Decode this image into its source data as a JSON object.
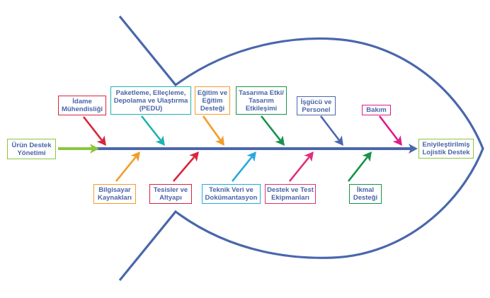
{
  "diagram": {
    "type": "fishbone",
    "outline_color": "#4a67ad",
    "spine_color": "#4a67ad",
    "input": {
      "lines": [
        "Ürün Destek",
        "Yönetimi"
      ],
      "color": "#8cc63f"
    },
    "output": {
      "lines": [
        "Eniyileştirilmiş",
        "Lojistik Destek"
      ],
      "color": "#8cc63f"
    },
    "top_causes": [
      {
        "id": "idame",
        "lines": [
          "İdame",
          "Mühendisliği"
        ],
        "color": "#d7263d"
      },
      {
        "id": "pedu",
        "lines": [
          "Paketleme, Elleçleme,",
          "Depolama ve Ulaştırma",
          "(PEDU)"
        ],
        "color": "#1fb3b3"
      },
      {
        "id": "egitim",
        "lines": [
          "Eğitim ve",
          "Eğitim",
          "Desteği"
        ],
        "color": "#f39c2b"
      },
      {
        "id": "tasarim",
        "lines": [
          "Tasarıma Etki/",
          "Tasarım",
          "Etkileşimi"
        ],
        "color": "#16924a"
      },
      {
        "id": "isgucu",
        "lines": [
          "İşgücü ve",
          "Personel"
        ],
        "color": "#4a67ad"
      },
      {
        "id": "bakim",
        "lines": [
          "Bakım"
        ],
        "color": "#e01b8a"
      }
    ],
    "bottom_causes": [
      {
        "id": "bilgisayar",
        "lines": [
          "Bilgisayar",
          "Kaynakları"
        ],
        "color": "#f39c2b"
      },
      {
        "id": "tesisler",
        "lines": [
          "Tesisler ve",
          "Altyapı"
        ],
        "color": "#d7263d"
      },
      {
        "id": "teknik",
        "lines": [
          "Teknik Veri ve",
          "Dokümantasyon"
        ],
        "color": "#27a9e1"
      },
      {
        "id": "destek-test",
        "lines": [
          "Destek ve Test",
          "Ekipmanları"
        ],
        "color": "#e0307a"
      },
      {
        "id": "ikmal",
        "lines": [
          "İkmal",
          "Desteği"
        ],
        "color": "#16924a"
      }
    ]
  }
}
